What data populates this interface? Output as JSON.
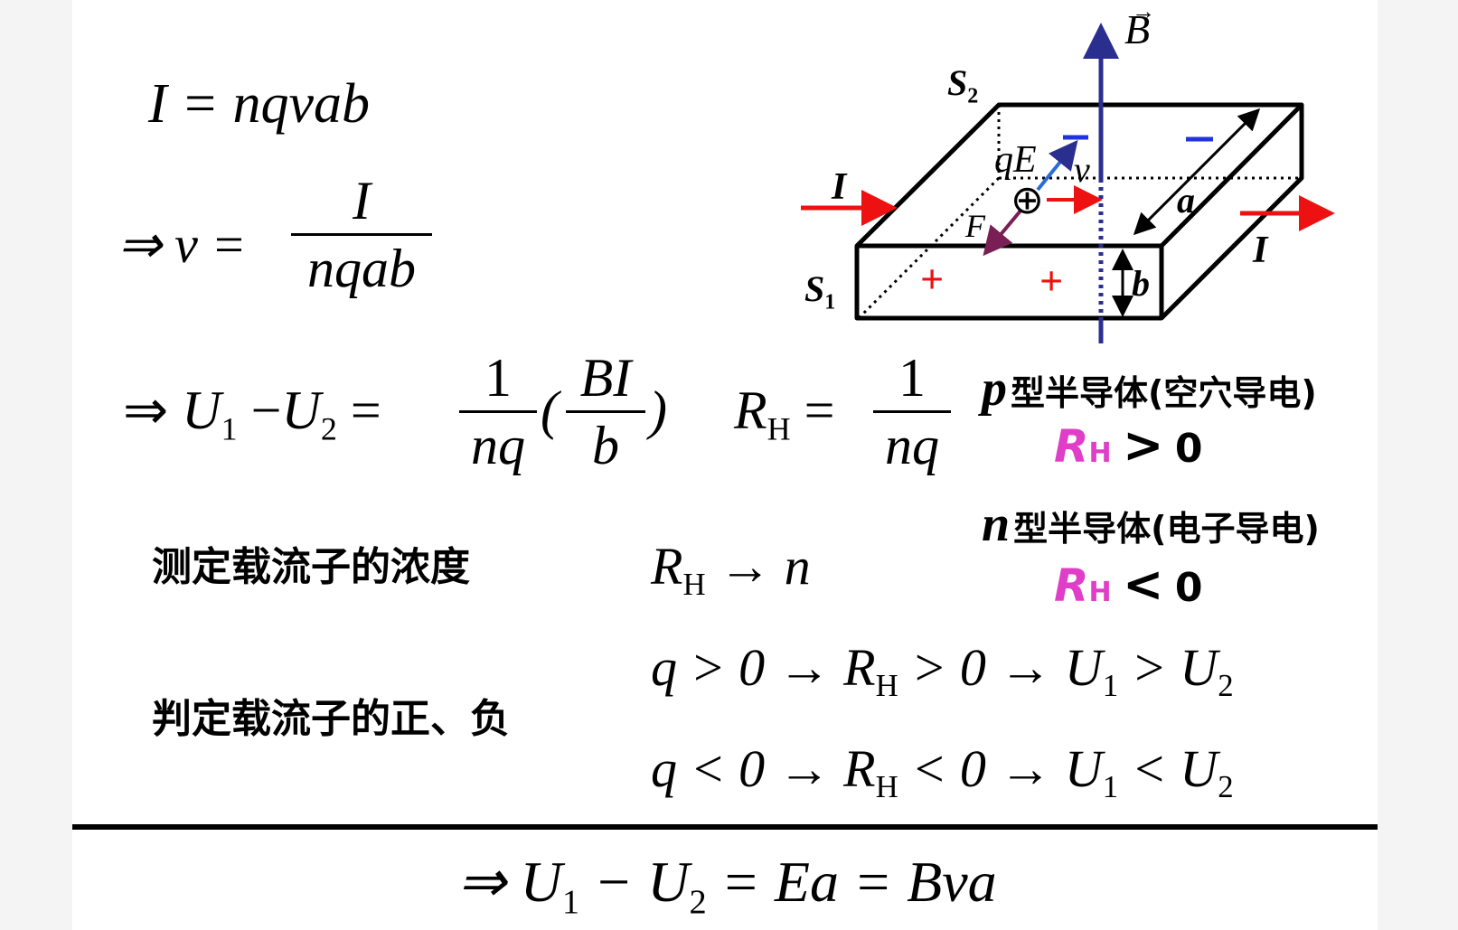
{
  "equations": {
    "current": "I = nqvab",
    "velocity_lhs": "⇒ v =",
    "velocity_num": "I",
    "velocity_den": "nqab",
    "voltage_lhs_arrow": "⇒",
    "voltage_U1": "U",
    "voltage_sub1": "1",
    "voltage_minus": "−",
    "voltage_U2": "U",
    "voltage_sub2": "2",
    "voltage_eq": "=",
    "frac1_num": "1",
    "frac1_den": "nq",
    "paren_open": "(",
    "frac2_num": "BI",
    "frac2_den": "b",
    "paren_close": ")",
    "rh_R": "R",
    "rh_sub": "H",
    "rh_eq": "=",
    "rh_num": "1",
    "rh_den": "nq",
    "bottom": "⇒ U",
    "bottom_sub1": "1",
    "bottom_mid": " − U",
    "bottom_sub2": "2",
    "bottom_end": " = Ea = Bva"
  },
  "labels": {
    "measure_concentration": "测定载流子的浓度",
    "rh_to_n_R": "R",
    "rh_to_n_sub": "H",
    "rh_to_n_rest": " → n",
    "judge_sign": "判定载流子的正、负",
    "pos_line_a": "q > 0 → R",
    "pos_line_sub": "H",
    "pos_line_b": " > 0 → U",
    "pos_line_sub1": "1",
    "pos_line_c": " > U",
    "pos_line_sub2": "2",
    "neg_line_a": "q < 0 → R",
    "neg_line_sub": "H",
    "neg_line_b": " < 0 → U",
    "neg_line_sub1": "1",
    "neg_line_c": " < U",
    "neg_line_sub2": "2"
  },
  "types": {
    "p_letter": "p",
    "p_desc": "型半导体(空穴导电)",
    "p_rh": "R",
    "p_rh_sub": "H",
    "p_sign": ">",
    "p_zero": "0",
    "n_letter": "n",
    "n_desc": "型半导体(电子导电)",
    "n_rh": "R",
    "n_rh_sub": "H",
    "n_sign": "<",
    "n_zero": "0"
  },
  "diagram": {
    "B": "B",
    "S2": "S",
    "S2_sub": "2",
    "S1": "S",
    "S1_sub": "1",
    "I_left": "I",
    "I_right": "I",
    "qE": "qE",
    "v": "v",
    "F": "F",
    "a": "a",
    "b": "b",
    "plus1": "+",
    "plus2": "+",
    "charge": "⊕"
  },
  "colors": {
    "red": "#ee1111",
    "blue": "#2233aa",
    "navy": "#2a2f8f",
    "pink": "#e03ec8",
    "purple": "#7a1f55"
  }
}
